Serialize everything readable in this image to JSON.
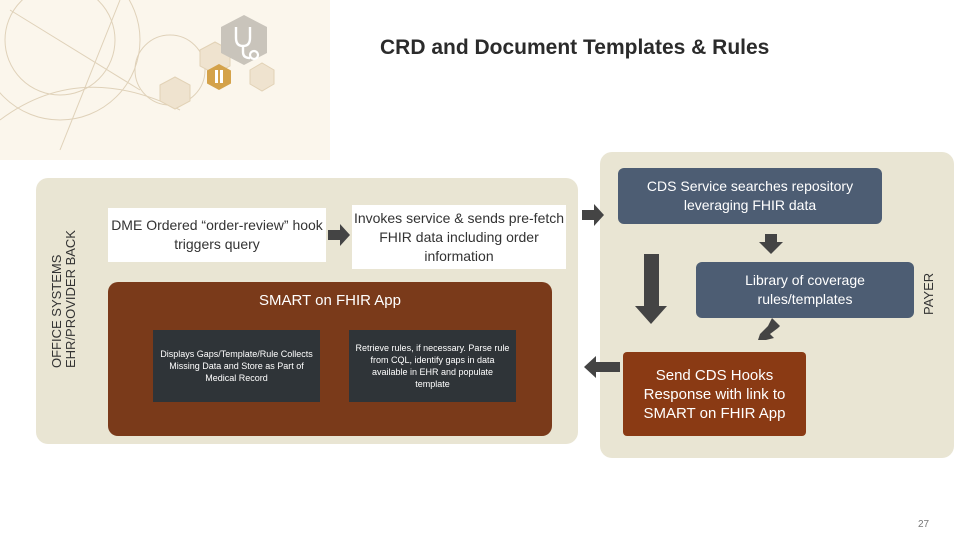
{
  "title": "CRD and Document Templates & Rules",
  "ehr_label": "EHR/PROVIDER BACK OFFICE SYSTEMS",
  "payer_label": "PAYER",
  "boxes": {
    "dme": "DME Ordered “order-review” hook triggers query",
    "invokes": "Invokes service & sends pre-fetch FHIR data including order information",
    "cds_search": "CDS Service searches repository leveraging FHIR data",
    "library": "Library of coverage rules/templates",
    "send_hooks": "Send CDS Hooks Response with link to SMART on FHIR App",
    "smart_app": "SMART on FHIR App",
    "displays": "Displays Gaps/Template/Rule Collects Missing Data and Store as Part of Medical Record",
    "retrieve": "Retrieve rules, if necessary. Parse rule from CQL, identify gaps in data available in EHR and populate template"
  },
  "page_number": "27",
  "colors": {
    "panel_beige": "#e9e5d3",
    "smart_rust": "#7a3a1a",
    "slate": "#4d5d73",
    "dark_box": "#2f3438",
    "arrow": "#444444"
  },
  "icons": [
    "stethoscope-icon",
    "flask-icon"
  ]
}
